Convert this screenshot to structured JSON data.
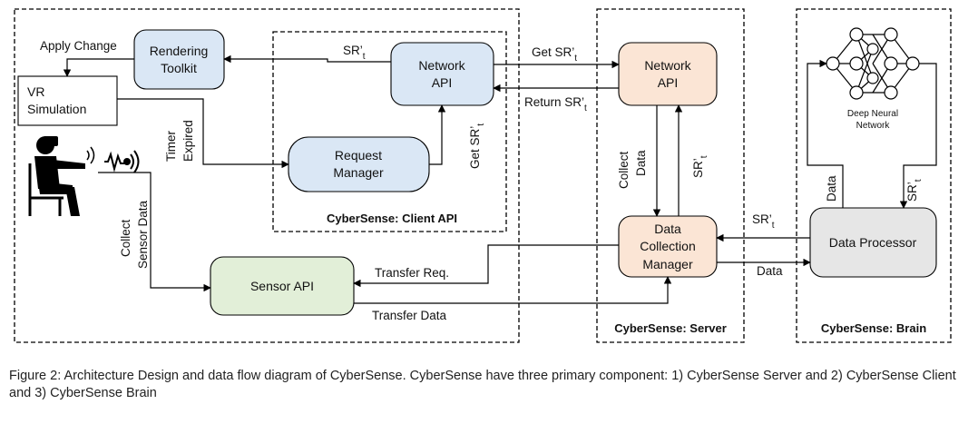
{
  "containers": {
    "client_title": "CyberSense: Client API",
    "server_title": "CyberSense: Server",
    "brain_title": "CyberSense: Brain"
  },
  "boxes": {
    "rendering_toolkit": [
      "Rendering",
      "Toolkit"
    ],
    "vr_simulation": [
      "VR",
      "Simulation"
    ],
    "network_api_client": [
      "Network",
      "API"
    ],
    "request_manager": [
      "Request",
      "Manager"
    ],
    "sensor_api": "Sensor API",
    "network_api_server": [
      "Network",
      "API"
    ],
    "data_collection_manager": [
      "Data",
      "Collection",
      "Manager"
    ],
    "data_processor": "Data Processor",
    "dnn_label": [
      "Deep Neural",
      "Network"
    ]
  },
  "edge_labels": {
    "apply_change": "Apply  Change",
    "sr_client": "SR’",
    "sr_client_sub": "t",
    "get_sr": "Get SR’",
    "get_sr_sub": "t",
    "return_sr": "Return SR’",
    "return_sr_sub": "t",
    "timer": "Timer",
    "expired": "Expired",
    "get_sr_vert": "Get SR’",
    "get_sr_vert_sub": "t",
    "collect": "Collect",
    "data_vert": "Data",
    "sr_server_vert": "SR’",
    "sr_server_vert_sub": "t",
    "sr_dp": "SR’",
    "sr_dp_sub": "t",
    "data_dp": "Data",
    "data_brain_vert": "Data",
    "sr_brain_vert": "SR’",
    "sr_brain_vert_sub": "t",
    "collect_sensor_1": "Collect",
    "collect_sensor_2": "Sensor Data",
    "transfer_req": "Transfer Req.",
    "transfer_data": "Transfer Data"
  },
  "caption": "Figure 2: Architecture Design and data flow diagram of CyberSense. CyberSense have three primary component: 1) CyberSense Server and 2) CyberSense Client and 3) CyberSense Brain",
  "colors": {
    "blue_fill": "#dae7f5",
    "green_fill": "#e2efd8",
    "peach_fill": "#fbe5d5",
    "gray_fill": "#e6e6e6"
  }
}
